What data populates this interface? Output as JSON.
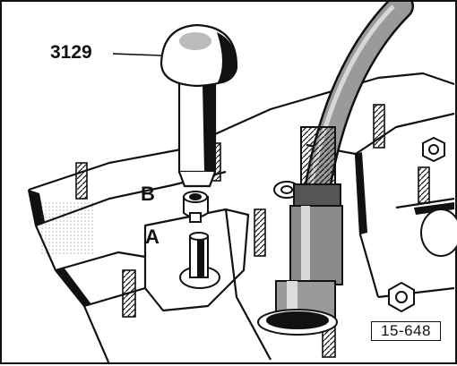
{
  "labels": {
    "tool_number": "3129",
    "part_b": "B",
    "part_a": "A"
  },
  "figure": {
    "reference": "15-648"
  },
  "colors": {
    "ink": "#111111",
    "paper": "#ffffff",
    "shade": "#8a8a8a"
  }
}
